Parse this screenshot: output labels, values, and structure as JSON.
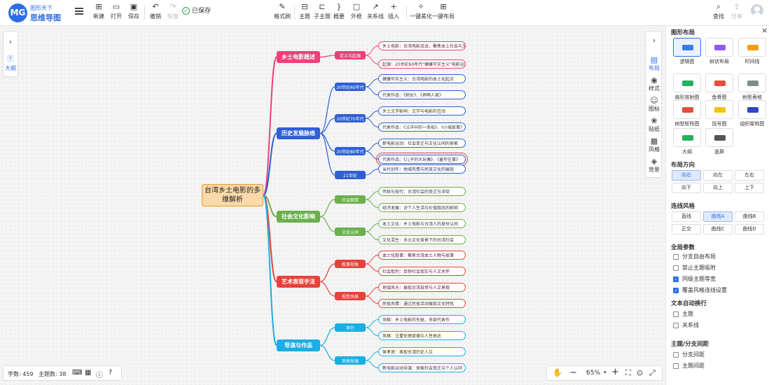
{
  "app": {
    "logo_badge": "MG",
    "logo_line1": "图形天下",
    "logo_line2": "思维导图"
  },
  "toolbar": {
    "new": "新建",
    "open": "打开",
    "save": "保存",
    "undo": "撤销",
    "redo": "恢复",
    "saved_status": "已保存",
    "format_brush": "格式刷",
    "topic": "主题",
    "subtopic": "子主题",
    "summary": "概要",
    "frame": "外框",
    "relation": "关系线",
    "insert": "插入",
    "beautify": "一键美化",
    "auto_layout": "一键布局",
    "find": "查找",
    "share": "分享"
  },
  "left_dock": {
    "outline": "大纲"
  },
  "right_dock": {
    "layout": "布局",
    "style": "样式",
    "icon": "图标",
    "sticker": "贴纸",
    "theme": "风格",
    "background": "背景"
  },
  "mindmap": {
    "root": "台湾乡土电影的多维解析",
    "mains": [
      {
        "label": "乡土电影概述",
        "color": "#ef3f7a",
        "subs": [
          {
            "label": "定义与起源",
            "leaves": [
              "乡土电影：台湾电影流派，聚焦本土社会与文化",
              "起源：20世纪60年代\"健康写实主义\"电影运动"
            ]
          }
        ]
      },
      {
        "label": "历史发展脉络",
        "color": "#2e5fd6",
        "subs": [
          {
            "label": "20世纪60年代",
            "leaves": [
              "健康写实主义：台湾电影的本土化起点",
              "代表作品：《蚵女》、《养鸭人家》"
            ]
          },
          {
            "label": "20世纪70年代",
            "leaves": [
              "乡土文学影响：文学与电影的互动",
              "代表作品：《汪洋中的一条船》、《小城故事》"
            ]
          },
          {
            "label": "20世纪80年代",
            "leaves": [
              "新电影运动：社会变迁与文化认同的探索",
              "代表作品：《儿子的大玩偶》、《童年往事》"
            ]
          },
          {
            "label": "21世纪",
            "leaves": [
              "当代创作：地域风情与民族文化的展现"
            ]
          }
        ]
      },
      {
        "label": "社会文化影响",
        "color": "#6ab04c",
        "subs": [
          {
            "label": "社会观照",
            "leaves": [
              "传统与现代：台湾社会的变迁与冲突",
              "经济发展：对个人生活与价值观念的影响"
            ]
          },
          {
            "label": "文化认同",
            "leaves": [
              "本土文化：乡土电影与台湾人的身份认同",
              "文化混生：多元文化背景下的台湾社会"
            ]
          }
        ]
      },
      {
        "label": "艺术表现手法",
        "color": "#e8413b",
        "subs": [
          {
            "label": "叙事视角",
            "leaves": [
              "本土化叙事：聚焦台湾本土人物与故事",
              "社会批判：反映社会现实与人文关怀"
            ]
          },
          {
            "label": "视觉风格",
            "leaves": [
              "地域风光：展现台湾自然与人文景观",
              "民俗风情：通过民俗活动展现文化特色"
            ]
          }
        ]
      },
      {
        "label": "导演与作品",
        "color": "#1aaee3",
        "subs": [
          {
            "label": "李行",
            "leaves": [
              "贡献：乡土电影的先驱，多部代表作",
              "风格：注重伦理道德与人性表达"
            ]
          },
          {
            "label": "其他导演",
            "leaves": [
              "侯孝贤：表现台湾历史人文",
              "新电影运动导演：探索社会变迁与个人认同"
            ]
          }
        ]
      }
    ]
  },
  "status": {
    "word_count": "字数: 459",
    "topic_count": "主题数: 38"
  },
  "zoom": {
    "value": "65%"
  },
  "panel": {
    "layout_title": "图形布局",
    "layouts": [
      "逻辑图",
      "树状布局",
      "时间线",
      "扇形放射图",
      "鱼骨图",
      "树型表格",
      "树型矩阵图",
      "括号图",
      "组织架构图",
      "大纲",
      "竖屏"
    ],
    "direction_title": "布局方向",
    "directions": [
      "向右",
      "向左",
      "左右",
      "向下",
      "向上",
      "上下"
    ],
    "line_title": "连线风格",
    "lines": [
      "直线",
      "曲线A",
      "曲线B",
      "正交",
      "曲线C",
      "曲线D"
    ],
    "global_title": "全局参数",
    "globals": [
      {
        "label": "分支自由布局",
        "checked": false
      },
      {
        "label": "禁止主题吸附",
        "checked": false
      },
      {
        "label": "同级主题等宽",
        "checked": true
      },
      {
        "label": "覆盖风格连线设置",
        "checked": true
      }
    ],
    "wrap_title": "文本自动换行",
    "wraps": [
      {
        "label": "主题",
        "checked": false
      },
      {
        "label": "关系线",
        "checked": false
      }
    ],
    "spacing_title": "主题/分支间距",
    "spacings": [
      {
        "label": "分支间距",
        "checked": false
      },
      {
        "label": "主题间距",
        "checked": false
      }
    ]
  }
}
